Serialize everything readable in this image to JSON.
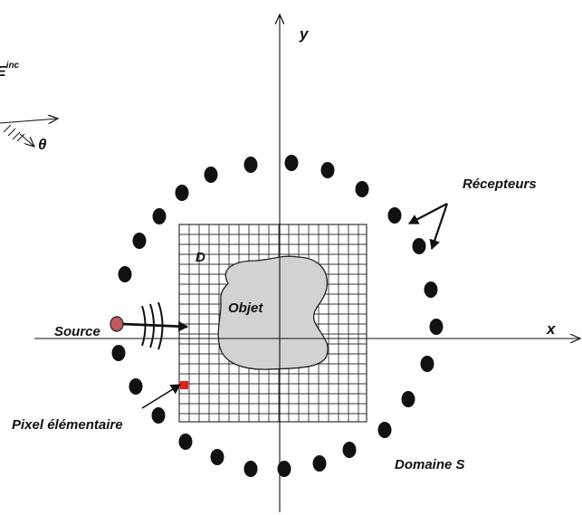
{
  "labels": {
    "axis_y": "y",
    "axis_x": "x",
    "incident_field": "E",
    "incident_field_sup": "inc",
    "angle": "θ",
    "receivers": "Récepteurs",
    "grid_domain": "D",
    "object": "Objet",
    "source": "Source",
    "pixel": "Pixel élémentaire",
    "domain": "Domaine S"
  },
  "colors": {
    "ink": "#111111",
    "grid_line": "#333333",
    "object_fill": "#d2d2d2",
    "source_fill": "#c4595e",
    "pixel_fill": "#e3201b"
  }
}
